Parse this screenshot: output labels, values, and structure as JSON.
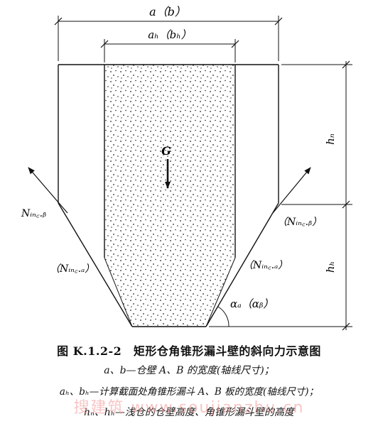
{
  "labels": {
    "a_b": "a（b）",
    "ah_bh": "aₕ（bₕ）",
    "hn": "hₙ",
    "hh": "hₕ",
    "G": "G",
    "Ninc_b": "Nᵢₙ꜀.ᵦ",
    "Ninc_b_paren": "（Nᵢₙ꜀.ᵦ）",
    "Ninc_a_paren": "（Nᵢₙ꜀.ₐ）",
    "Ninc_a_paren_right": "（Nᵢₙ꜀.ₐ）",
    "alpha": "αₐ（αᵦ）"
  },
  "caption": {
    "title": "图 K.1.2-2　矩形仓角锥形漏斗壁的斜向力示意图",
    "line1": "a、b—仓壁 A、B 的宽度(轴线尺寸)；",
    "line2": "aₕ、bₕ—计算截面处角锥形漏斗 A、B 板的宽度(轴线尺寸)；",
    "line3": "hₙ、hₕ—浅仓的仓壁高度、角锥形漏斗壁的高度"
  },
  "watermark": "搜建筑 www.soujianzhu.cn",
  "colors": {
    "line": "#111111",
    "watermark": "#f09696"
  }
}
